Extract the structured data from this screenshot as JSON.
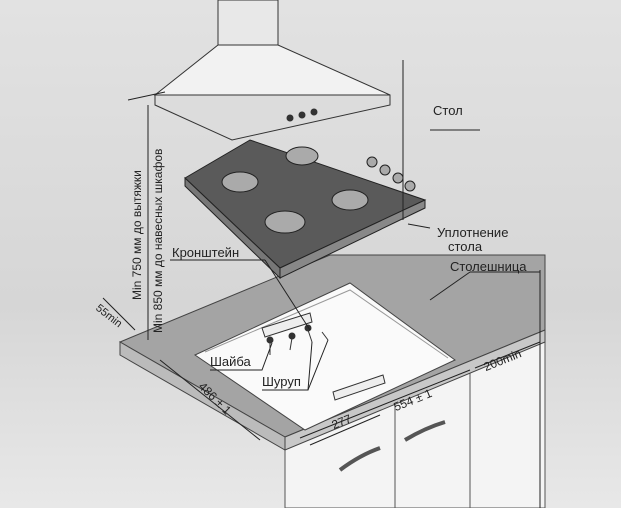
{
  "labels": {
    "table": "Стол",
    "seal_line1": "Уплотнение",
    "seal_line2": "стола",
    "bracket": "Кронштейн",
    "countertop": "Столешница",
    "washer": "Шайба",
    "screw": "Шуруп",
    "min_hood": "Min 750 мм до вытяжки",
    "min_cabinets": "Min 850 мм до навесных шкафов",
    "side_gap": "55min",
    "depth": "486 ± 1",
    "width": "554 ± 1",
    "half_width": "277",
    "back_gap": "200min"
  },
  "colors": {
    "countertop": "#9a9a9a",
    "hob": "#555555",
    "wall": "#d9d9d9"
  }
}
